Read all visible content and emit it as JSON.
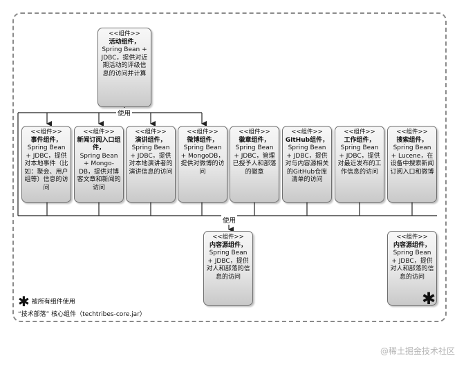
{
  "top_component": {
    "stereotype": "<<组件>>",
    "title": "活动组件，",
    "body": "Spring Bean + JDBC，提供对近期活动的评级信息的访问并计算"
  },
  "uses_label_top": "使用",
  "uses_label_bottom": "使用",
  "components": [
    {
      "stereotype": "<<组件>>",
      "title": "事件组件，",
      "body": "Spring Bean + JDBC，提供对本地事件（比如：聚会、用户组等）信息的访问"
    },
    {
      "stereotype": "<<组件>>",
      "title": "新闻订阅入口组件，",
      "body": "Spring Bean + Mongo-DB，提供对博客文章和新闻的访问"
    },
    {
      "stereotype": "<<组件>>",
      "title": "演讲组件，",
      "body": "Spring Bean + JDBC，提供对本地演讲者的演讲信息的访问"
    },
    {
      "stereotype": "<<组件>>",
      "title": "微博组件，",
      "body": "Spring Bean + MongoDB，提供对微博的访问"
    },
    {
      "stereotype": "<<组件>>",
      "title": "徽章组件，",
      "body": "Spring Bean + JDBC，管理已授予人和部落的徽章"
    },
    {
      "stereotype": "<<组件>>",
      "title": "GitHub组件，",
      "body": "Spring Bean + JDBC，提供对与内容源相关的GitHub仓库清单的访问"
    },
    {
      "stereotype": "<<组件>>",
      "title": "工作组件，",
      "body": "Spring Bean + JDBC，提供对最近发布的工作信息的访问"
    },
    {
      "stereotype": "<<组件>>",
      "title": "搜索组件，",
      "body": "Spring Bean + Lucene，在设备中搜索新闻订阅入口和微博"
    }
  ],
  "content_source": {
    "stereotype": "<<组件>>",
    "title": "内容源组件，",
    "body": "Spring Bean + JDBC，提供对人和部落的信息的访问"
  },
  "content_source_shared": {
    "stereotype": "<<组件>>",
    "title": "内容源组件，",
    "body": "Spring Bean + JDBC，提供对人和部落的信息的访问",
    "marker": "✱"
  },
  "legend": {
    "star": "✱",
    "star_text": "被所有组件使用",
    "container_text": "“技术部落” 核心组件（techtribes-core.jar）"
  },
  "watermark": "@稀土掘金技术社区"
}
